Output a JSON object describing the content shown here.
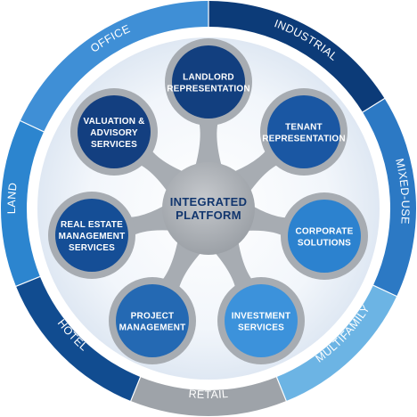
{
  "segments": [
    {
      "label": "OFFICE",
      "color": "#3f8fd6"
    },
    {
      "label": "INDUSTRIAL",
      "color": "#0c3b78"
    },
    {
      "label": "MIXED-USE",
      "color": "#2c79c4"
    },
    {
      "label": "MULTIFAMILY",
      "color": "#6cb4e4"
    },
    {
      "label": "RETAIL",
      "color": "#9ea3a9"
    },
    {
      "label": "HOTEL",
      "color": "#114c90"
    },
    {
      "label": "LAND",
      "color": "#2c85cf"
    }
  ],
  "center": {
    "lines": [
      "INTEGRATED",
      "PLATFORM"
    ]
  },
  "services": [
    {
      "lines": [
        "LANDLORD",
        "REPRESENTATION"
      ],
      "color": "#123f7f"
    },
    {
      "lines": [
        "TENANT",
        "REPRESENTATION"
      ],
      "color": "#1a57a3"
    },
    {
      "lines": [
        "CORPORATE",
        "SOLUTIONS"
      ],
      "color": "#2c82cf"
    },
    {
      "lines": [
        "INVESTMENT",
        "SERVICES"
      ],
      "color": "#3c92db"
    },
    {
      "lines": [
        "PROJECT",
        "MANAGEMENT"
      ],
      "color": "#2469b3"
    },
    {
      "lines": [
        "REAL ESTATE",
        "MANAGEMENT",
        "SERVICES"
      ],
      "color": "#154e96"
    },
    {
      "lines": [
        "VALUATION &",
        "ADVISORY",
        "SERVICES"
      ],
      "color": "#133f80"
    }
  ]
}
